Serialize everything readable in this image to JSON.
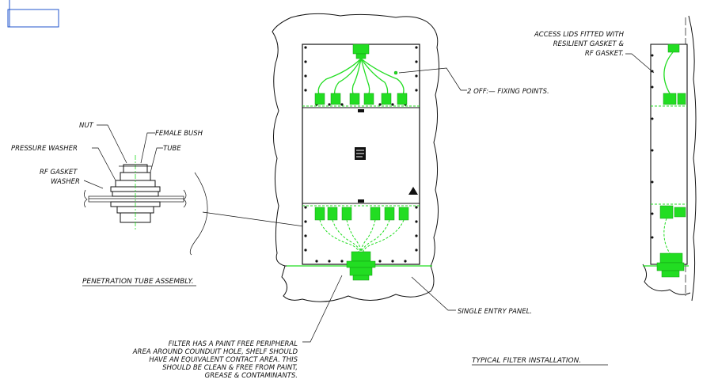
{
  "labels": {
    "nut": "NUT",
    "female_bush": "FEMALE BUSH",
    "pressure_washer": "PRESSURE WASHER",
    "tube": "TUBE",
    "rf_gasket": "RF GASKET",
    "washer": "WASHER",
    "fixing_points": "2 OFF:— FIXING POINTS.",
    "access_lids_1": "ACCESS LIDS FITTED WITH",
    "access_lids_2": "RESILIENT GASKET &",
    "access_lids_3": "RF GASKET.",
    "single_entry_panel": "SINGLE ENTRY PANEL.",
    "filter_note_1": "FILTER HAS A PAINT FREE PERIPHERAL",
    "filter_note_2": "AREA AROUND COUNDUIT HOLE, SHELF SHOULD",
    "filter_note_3": "HAVE AN EQUIVALENT CONTACT AREA. THIS",
    "filter_note_4": "SHOULD BE CLEAN & FREE FROM PAINT,",
    "filter_note_5": "GREASE & CONTAMINANTS."
  },
  "titles": {
    "penetration_tube": "PENETRATION TUBE ASSEMBLY.",
    "typical_installation": "TYPICAL FILTER INSTALLATION."
  },
  "colors": {
    "line": "#111111",
    "component": "#22dd22",
    "background": "#ffffff",
    "frame": "#2255cc"
  }
}
